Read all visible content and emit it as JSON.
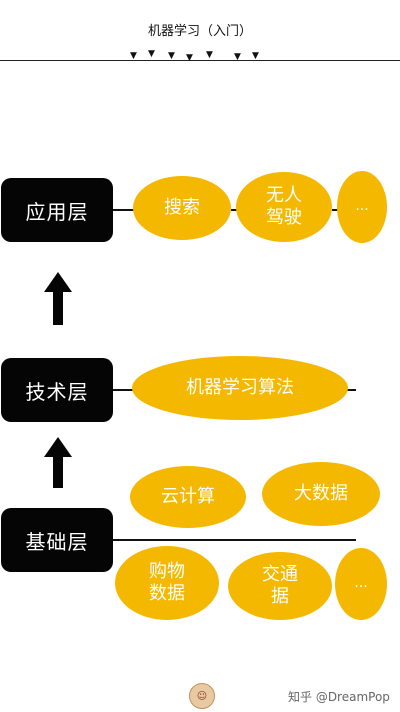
{
  "header": {
    "title": "机器学习（入门）"
  },
  "layers": {
    "application": "应用层",
    "technology": "技术层",
    "foundation": "基础层"
  },
  "nodes": {
    "search": "搜索",
    "self_driving": "无人\n驾驶",
    "app_more": "...",
    "ml_algorithms": "机器学习算法",
    "cloud_computing": "云计算",
    "big_data": "大数据",
    "shopping_data": "购物\n数据",
    "traffic_data": "交通\n据",
    "data_more": "..."
  },
  "footer": {
    "watermark": "知乎 @DreamPop"
  },
  "colors": {
    "layer_bg": "#050505",
    "node_fill": "#f5b800",
    "node_text": "#ffffff"
  }
}
